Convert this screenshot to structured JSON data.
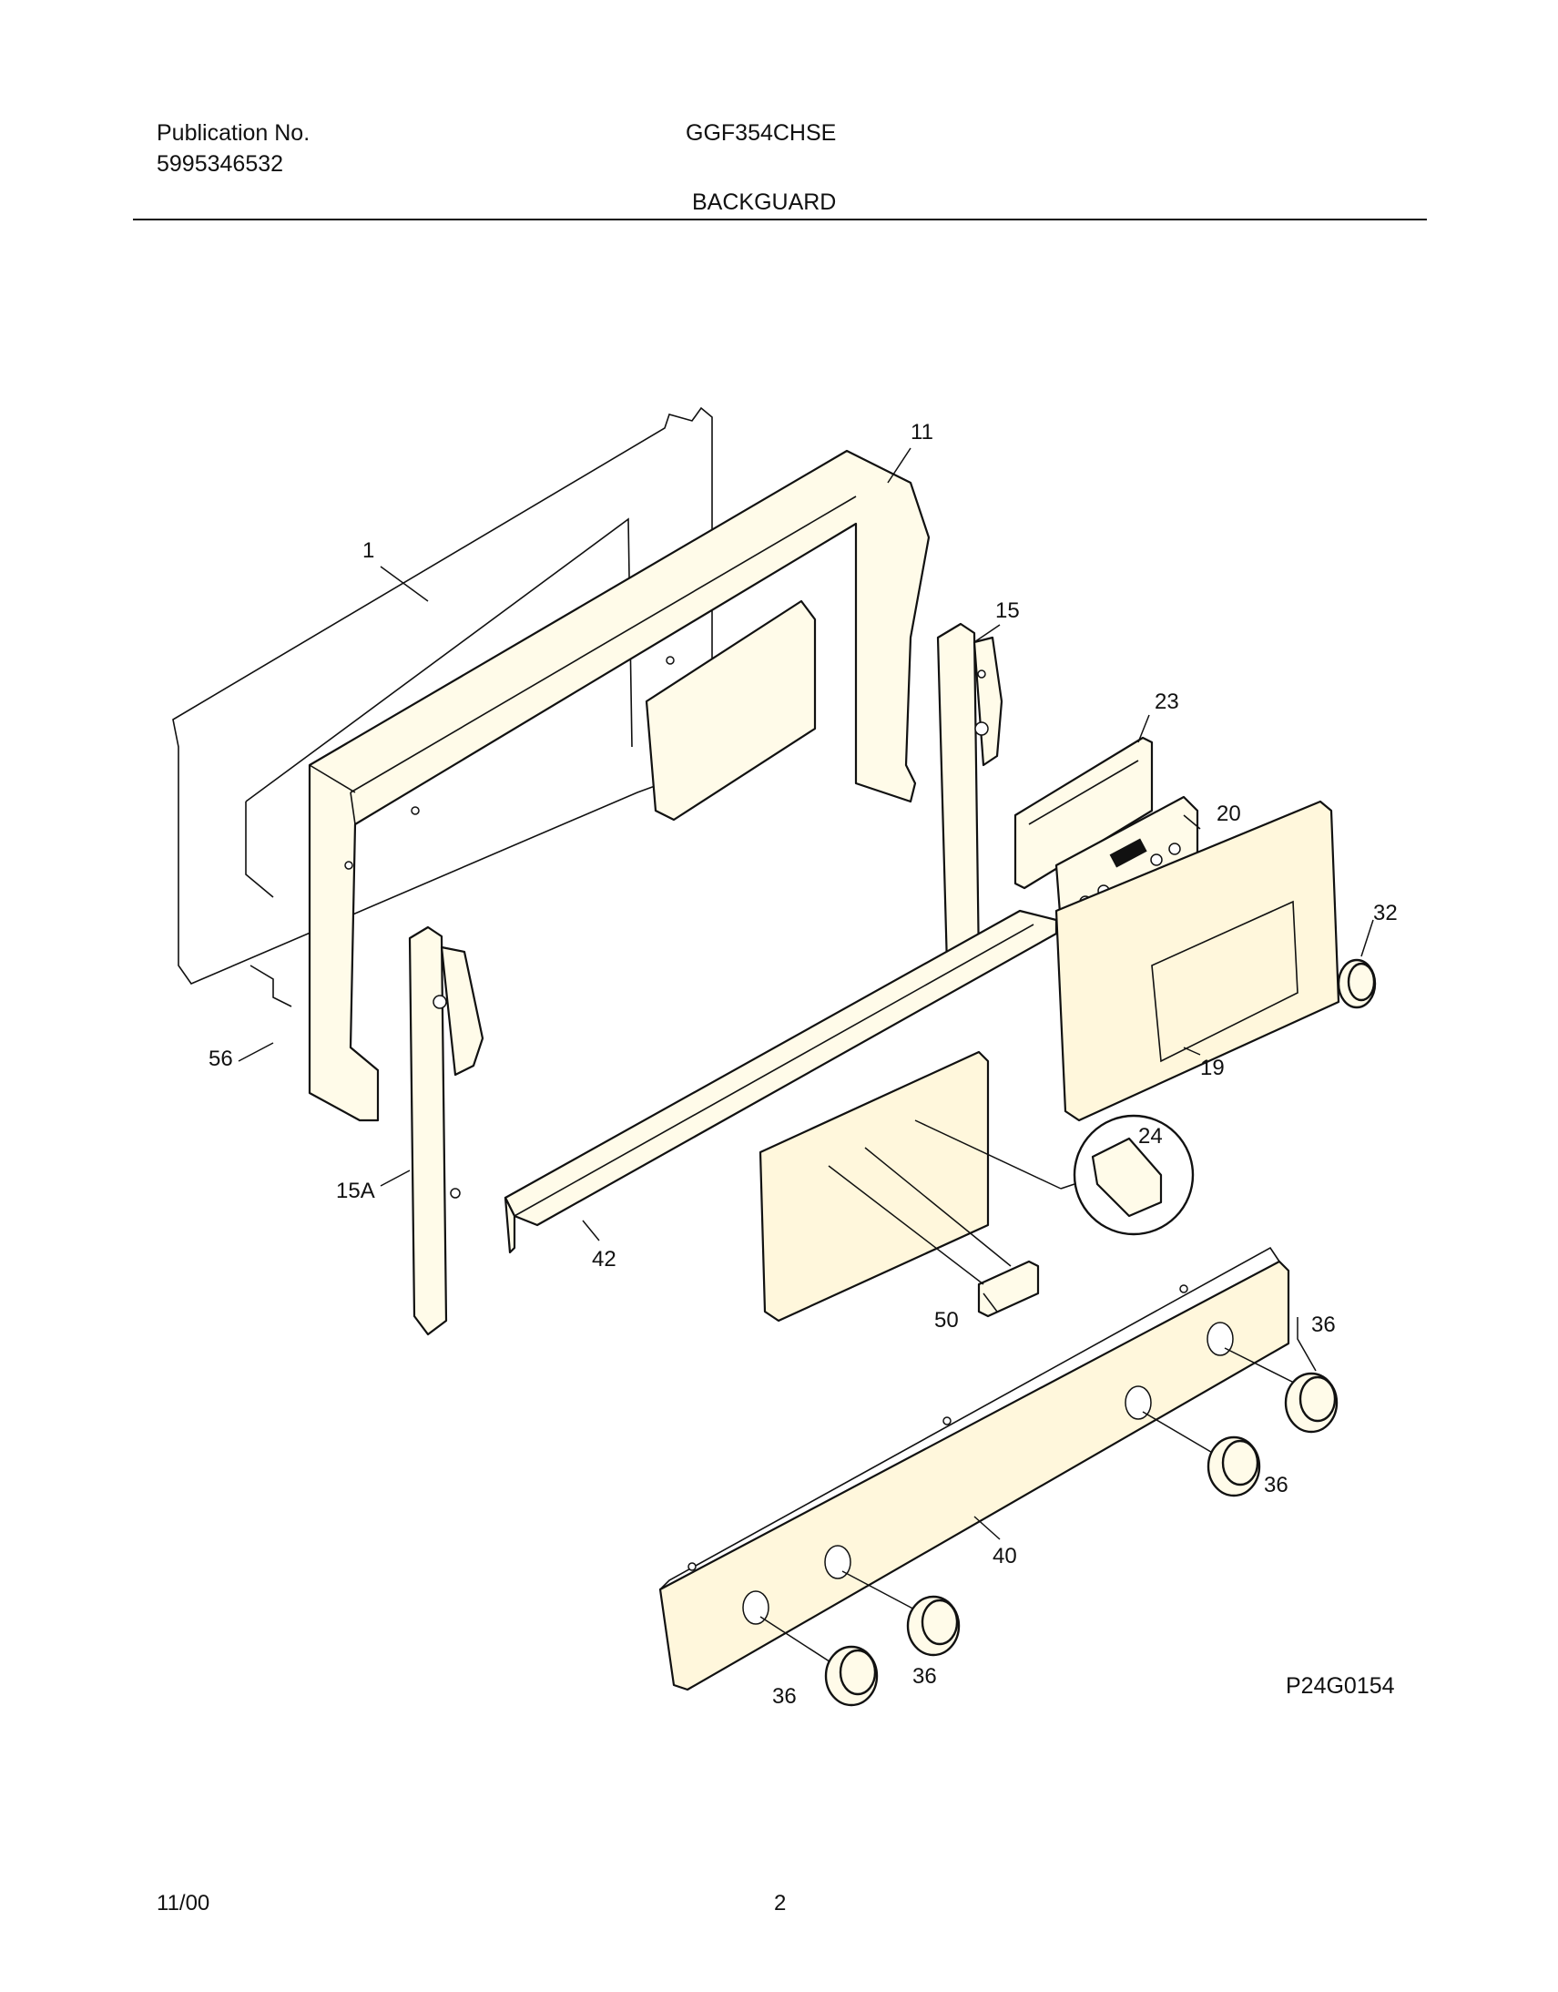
{
  "header": {
    "publication_label": "Publication No.",
    "publication_number": "5995346532",
    "model": "GGF354CHSE",
    "section_title": "BACKGUARD"
  },
  "callouts": {
    "c1": "1",
    "c11": "11",
    "c15": "15",
    "c23": "23",
    "c20": "20",
    "c32": "32",
    "c56": "56",
    "c19": "19",
    "c24": "24",
    "c15a": "15A",
    "c42": "42",
    "c50": "50",
    "c36a": "36",
    "c36b": "36",
    "c36c": "36",
    "c36d": "36",
    "c40": "40"
  },
  "figure_code": "P24G0154",
  "footer": {
    "date": "11/00",
    "page": "2"
  }
}
